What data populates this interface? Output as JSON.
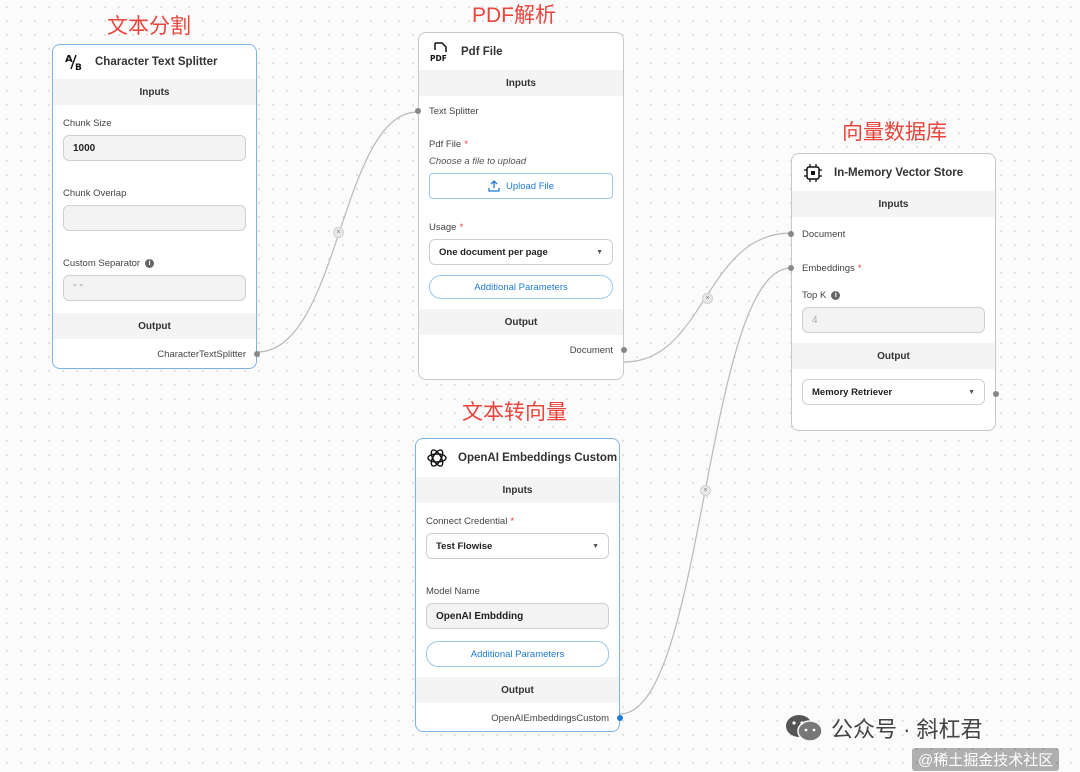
{
  "annotations": {
    "splitter": "文本分割",
    "pdf": "PDF解析",
    "vector": "向量数据库",
    "embeddings": "文本转向量"
  },
  "icons": {
    "splitter": "ab-split-icon",
    "pdf": "pdf-file-icon",
    "vector": "memory-chip-icon",
    "embeddings": "openai-logo-icon",
    "upload": "upload-icon",
    "info": "info-icon",
    "caret": "chevron-down-icon"
  },
  "colors": {
    "accent": "#1e7bd8",
    "annotation": "#e8453c",
    "active_border": "#7db2e8"
  },
  "splitter_node": {
    "title": "Character Text Splitter",
    "icon_text": "A/B",
    "inputs_label": "Inputs",
    "chunk_size_label": "Chunk Size",
    "chunk_size_value": "1000",
    "chunk_overlap_label": "Chunk Overlap",
    "chunk_overlap_value": "",
    "separator_label": "Custom Separator",
    "separator_placeholder": "\" \"",
    "output_label": "Output",
    "output_anchor": "CharacterTextSplitter"
  },
  "pdf_node": {
    "title": "Pdf File",
    "icon_text": "PDF",
    "inputs_label": "Inputs",
    "text_splitter_anchor": "Text Splitter",
    "pdf_file_label": "Pdf File",
    "pdf_file_hint": "Choose a file to upload",
    "upload_button": "Upload File",
    "usage_label": "Usage",
    "usage_value": "One document per page",
    "additional_params": "Additional Parameters",
    "output_label": "Output",
    "output_anchor": "Document"
  },
  "vector_node": {
    "title": "In-Memory Vector Store",
    "inputs_label": "Inputs",
    "document_anchor": "Document",
    "embeddings_anchor": "Embeddings",
    "topk_label": "Top K",
    "topk_placeholder": "4",
    "output_label": "Output",
    "output_value": "Memory Retriever"
  },
  "embeddings_node": {
    "title": "OpenAI Embeddings Custom",
    "inputs_label": "Inputs",
    "credential_label": "Connect Credential",
    "credential_value": "Test Flowise",
    "model_label": "Model Name",
    "model_value": "OpenAI Embdding",
    "additional_params": "Additional Parameters",
    "output_label": "Output",
    "output_anchor": "OpenAIEmbeddingsCustom"
  },
  "required_mark": "*",
  "info_glyph": "i",
  "caret_glyph": "▼",
  "edge_delete_glyph": "×",
  "watermark": {
    "main": "公众号 · 斜杠君",
    "sub": "@稀土掘金技术社区"
  }
}
